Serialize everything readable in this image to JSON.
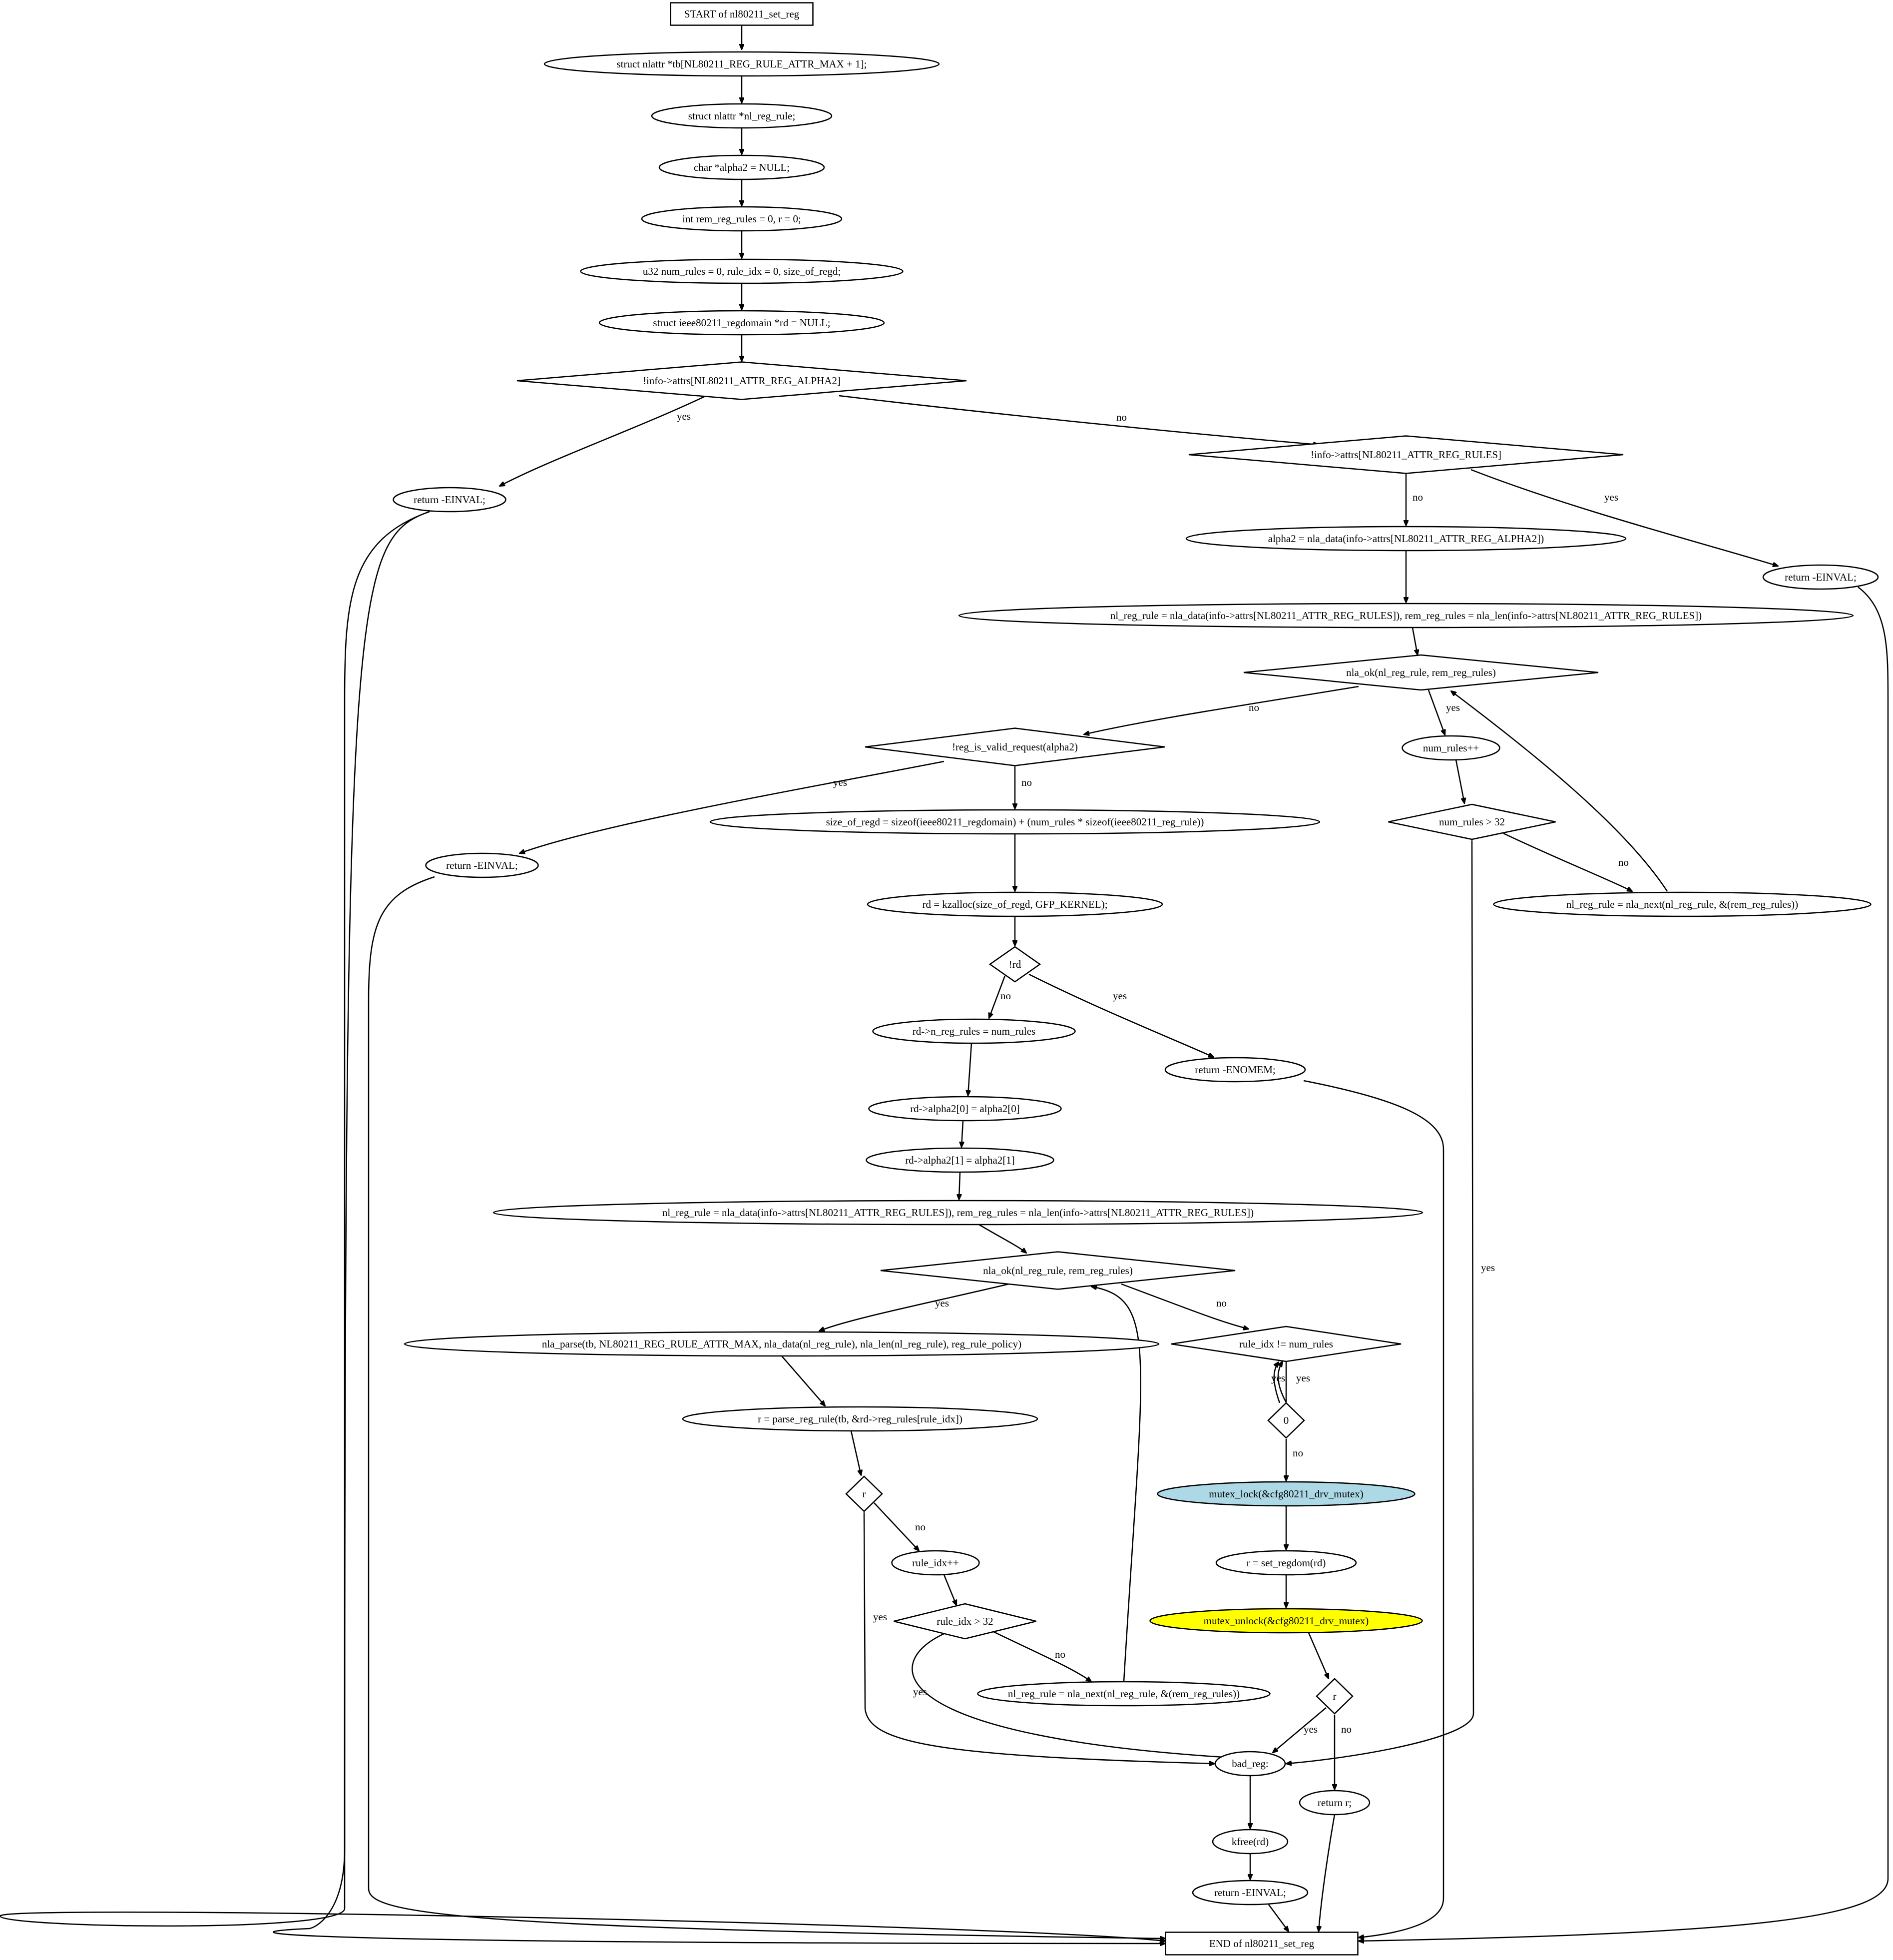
{
  "diagram": {
    "nodes": [
      {
        "id": "start",
        "label": "START of nl80211_set_reg",
        "shape": "box"
      },
      {
        "id": "n1",
        "label": "struct nlattr *tb[NL80211_REG_RULE_ATTR_MAX + 1];",
        "shape": "ellipse"
      },
      {
        "id": "n2",
        "label": "struct nlattr *nl_reg_rule;",
        "shape": "ellipse"
      },
      {
        "id": "n3",
        "label": "char *alpha2 = NULL;",
        "shape": "ellipse"
      },
      {
        "id": "n4",
        "label": "int rem_reg_rules = 0, r = 0;",
        "shape": "ellipse"
      },
      {
        "id": "n5",
        "label": "u32 num_rules = 0, rule_idx = 0, size_of_regd;",
        "shape": "ellipse"
      },
      {
        "id": "n6",
        "label": "struct ieee80211_regdomain *rd = NULL;",
        "shape": "ellipse"
      },
      {
        "id": "d1",
        "label": "!info->attrs[NL80211_ATTR_REG_ALPHA2]",
        "shape": "diamond"
      },
      {
        "id": "ret1",
        "label": "return -EINVAL;",
        "shape": "ellipse"
      },
      {
        "id": "d2",
        "label": "!info->attrs[NL80211_ATTR_REG_RULES]",
        "shape": "diamond"
      },
      {
        "id": "a2",
        "label": "alpha2 = nla_data(info->attrs[NL80211_ATTR_REG_ALPHA2])",
        "shape": "ellipse"
      },
      {
        "id": "ret2",
        "label": "return -EINVAL;",
        "shape": "ellipse"
      },
      {
        "id": "loop1init",
        "label": "nl_reg_rule = nla_data(info->attrs[NL80211_ATTR_REG_RULES]), rem_reg_rules = nla_len(info->attrs[NL80211_ATTR_REG_RULES])",
        "shape": "ellipse"
      },
      {
        "id": "d3",
        "label": "nla_ok(nl_reg_rule, rem_reg_rules)",
        "shape": "diamond"
      },
      {
        "id": "inc1",
        "label": "num_rules++",
        "shape": "ellipse"
      },
      {
        "id": "d4",
        "label": "num_rules > 32",
        "shape": "diamond"
      },
      {
        "id": "next1",
        "label": "nl_reg_rule = nla_next(nl_reg_rule, &(rem_reg_rules))",
        "shape": "ellipse"
      },
      {
        "id": "d5",
        "label": "!reg_is_valid_request(alpha2)",
        "shape": "diamond"
      },
      {
        "id": "ret3",
        "label": "return -EINVAL;",
        "shape": "ellipse"
      },
      {
        "id": "size",
        "label": "size_of_regd = sizeof(ieee80211_regdomain) + (num_rules * sizeof(ieee80211_reg_rule))",
        "shape": "ellipse"
      },
      {
        "id": "alloc",
        "label": "rd = kzalloc(size_of_regd, GFP_KERNEL);",
        "shape": "ellipse"
      },
      {
        "id": "d6",
        "label": "!rd",
        "shape": "diamond"
      },
      {
        "id": "retnomem",
        "label": "return -ENOMEM;",
        "shape": "ellipse"
      },
      {
        "id": "nrules",
        "label": "rd->n_reg_rules = num_rules",
        "shape": "ellipse"
      },
      {
        "id": "al0",
        "label": "rd->alpha2[0] = alpha2[0]",
        "shape": "ellipse"
      },
      {
        "id": "al1",
        "label": "rd->alpha2[1] = alpha2[1]",
        "shape": "ellipse"
      },
      {
        "id": "loop2init",
        "label": "nl_reg_rule = nla_data(info->attrs[NL80211_ATTR_REG_RULES]), rem_reg_rules = nla_len(info->attrs[NL80211_ATTR_REG_RULES])",
        "shape": "ellipse"
      },
      {
        "id": "d7",
        "label": "nla_ok(nl_reg_rule, rem_reg_rules)",
        "shape": "diamond"
      },
      {
        "id": "parse",
        "label": "nla_parse(tb, NL80211_REG_RULE_ATTR_MAX, nla_data(nl_reg_rule), nla_len(nl_reg_rule), reg_rule_policy)",
        "shape": "ellipse"
      },
      {
        "id": "prr",
        "label": "r = parse_reg_rule(tb, &rd->reg_rules[rule_idx])",
        "shape": "ellipse"
      },
      {
        "id": "d8",
        "label": "r",
        "shape": "diamond"
      },
      {
        "id": "inc2",
        "label": "rule_idx++",
        "shape": "ellipse"
      },
      {
        "id": "d9",
        "label": "rule_idx > 32",
        "shape": "diamond"
      },
      {
        "id": "next2",
        "label": "nl_reg_rule = nla_next(nl_reg_rule, &(rem_reg_rules))",
        "shape": "ellipse"
      },
      {
        "id": "d10",
        "label": "rule_idx != num_rules",
        "shape": "diamond"
      },
      {
        "id": "d11",
        "label": "0",
        "shape": "diamond"
      },
      {
        "id": "lock",
        "label": "mutex_lock(&cfg80211_drv_mutex)",
        "shape": "ellipse",
        "fill": "#add8e6"
      },
      {
        "id": "setreg",
        "label": "r = set_regdom(rd)",
        "shape": "ellipse"
      },
      {
        "id": "unlock",
        "label": "mutex_unlock(&cfg80211_drv_mutex)",
        "shape": "ellipse",
        "fill": "#ffff00"
      },
      {
        "id": "d12",
        "label": "r",
        "shape": "diamond"
      },
      {
        "id": "badreg",
        "label": "bad_reg:",
        "shape": "ellipse"
      },
      {
        "id": "retr",
        "label": "return r;",
        "shape": "ellipse"
      },
      {
        "id": "kfree",
        "label": "kfree(rd)",
        "shape": "ellipse"
      },
      {
        "id": "ret4",
        "label": "return -EINVAL;",
        "shape": "ellipse"
      },
      {
        "id": "end",
        "label": "END of nl80211_set_reg",
        "shape": "box"
      }
    ],
    "edge_labels": [
      "yes",
      "no"
    ]
  }
}
